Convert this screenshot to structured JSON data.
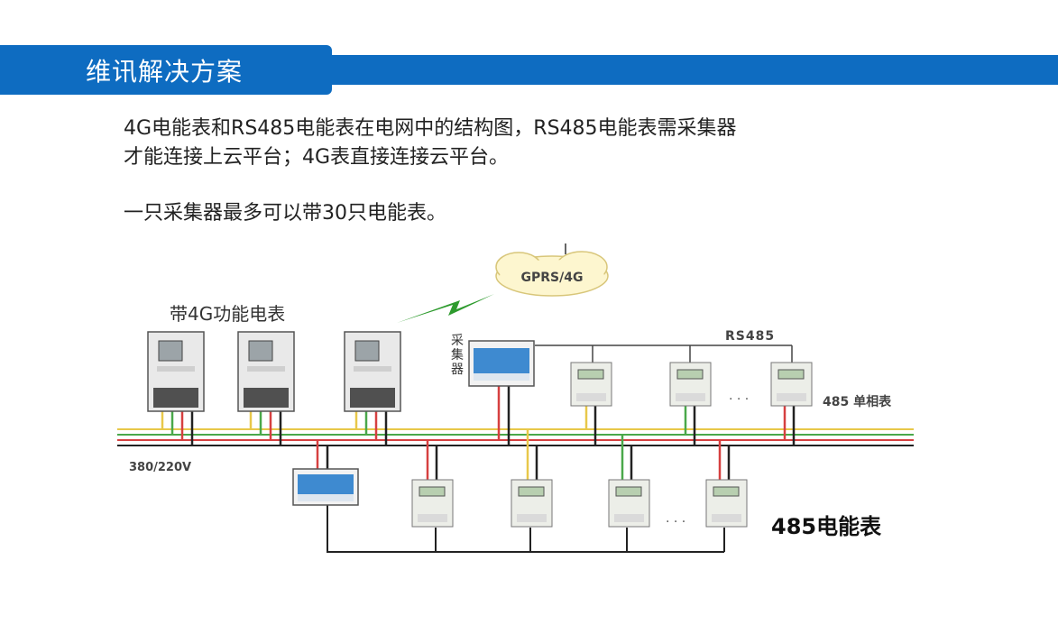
{
  "header": {
    "title": "维讯解决方案"
  },
  "body": {
    "para1_line1": "4G电能表和RS485电能表在电网中的结构图，RS485电能表需采集器",
    "para1_line2": "才能连接上云平台；4G表直接连接云平台。",
    "para2": "一只采集器最多可以带30只电能表。"
  },
  "diagram": {
    "cloud_label": "GPRS/4G",
    "meter_4g_label": "带4G功能电表",
    "collector_label": "采集器",
    "rs485_label": "RS485",
    "single_phase_label": "485 单相表",
    "voltage_label": "380/220V",
    "meter_485_label": "485电能表",
    "ellipsis_top": "· · ·",
    "ellipsis_bottom": "· · ·",
    "colors": {
      "accent": "#0e6cc1",
      "wire_yellow": "#e8c84a",
      "wire_green": "#4aa84a",
      "wire_red": "#d64040",
      "wire_black": "#222222"
    }
  }
}
